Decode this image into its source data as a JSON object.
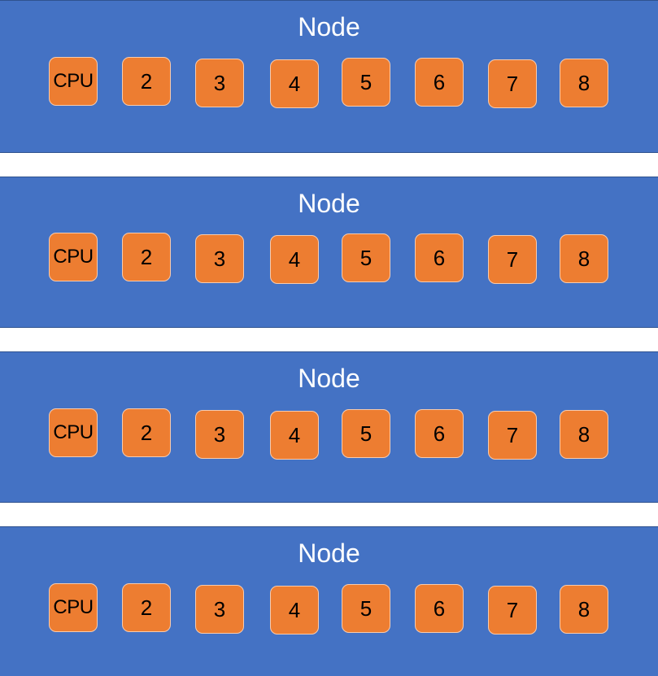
{
  "diagram": {
    "colors": {
      "node_fill": "#4472C4",
      "node_text": "#FFFFFF",
      "core_fill": "#ED7D31",
      "core_border": "#F8CBAD",
      "core_text": "#000000"
    },
    "nodes": [
      {
        "title": "Node",
        "cores": [
          "CPU",
          "2",
          "3",
          "4",
          "5",
          "6",
          "7",
          "8"
        ]
      },
      {
        "title": "Node",
        "cores": [
          "CPU",
          "2",
          "3",
          "4",
          "5",
          "6",
          "7",
          "8"
        ]
      },
      {
        "title": "Node",
        "cores": [
          "CPU",
          "2",
          "3",
          "4",
          "5",
          "6",
          "7",
          "8"
        ]
      },
      {
        "title": "Node",
        "cores": [
          "CPU",
          "2",
          "3",
          "4",
          "5",
          "6",
          "7",
          "8"
        ]
      }
    ]
  }
}
